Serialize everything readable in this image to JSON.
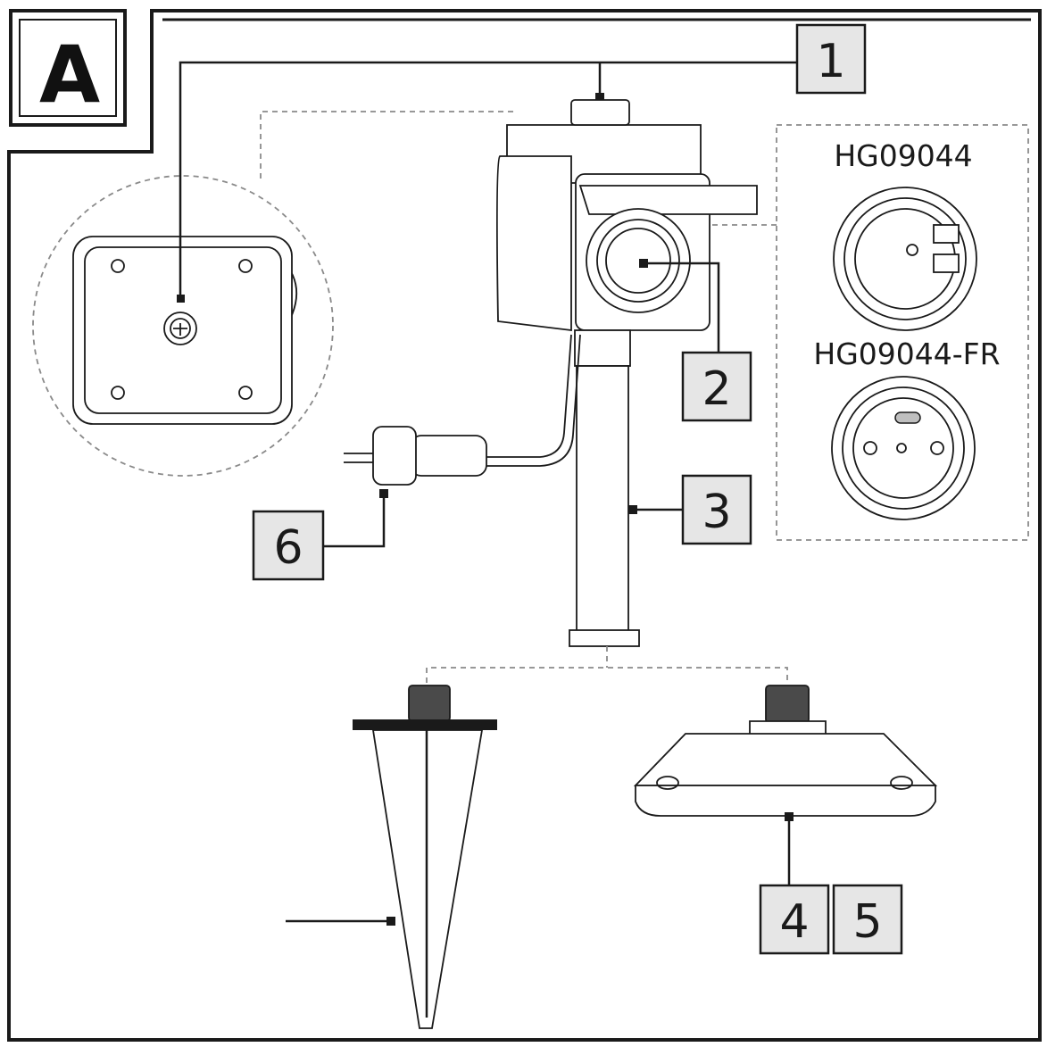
{
  "figure": {
    "panel_letter": "A",
    "callouts": [
      "1",
      "2",
      "3",
      "4",
      "5",
      "6"
    ]
  },
  "variants": [
    {
      "model": "HG09044",
      "socket_icon": "schuko-socket-icon"
    },
    {
      "model": "HG09044-FR",
      "socket_icon": "french-socket-icon"
    }
  ],
  "colors": {
    "ink": "#1a1a1a",
    "label_fill": "#e6e6e6",
    "dash": "#8a8a8a"
  }
}
